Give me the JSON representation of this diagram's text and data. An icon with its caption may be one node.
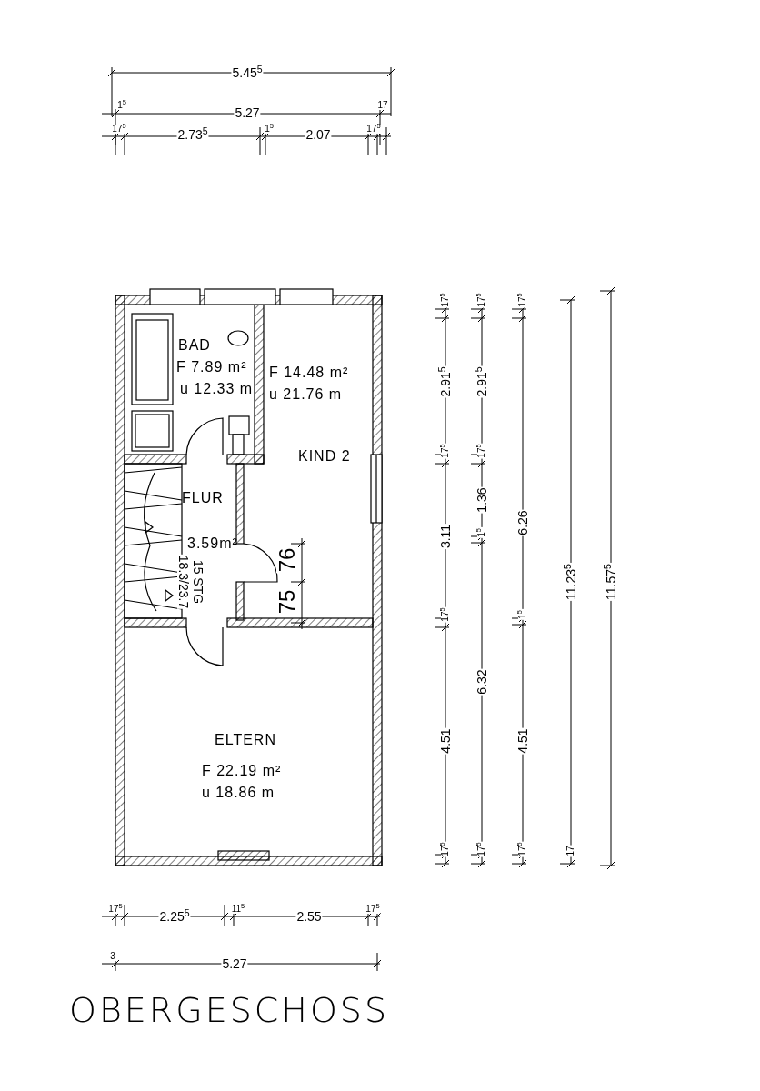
{
  "diagram": {
    "title": "OBERGESCHOSS",
    "nodes": [
      {
        "text": [
          "BAD",
          "F 7.89 m²",
          "u 12.33 m"
        ]
      },
      {
        "text": [
          "F 14.48 m²",
          "u 21.76 m",
          "KIND 2"
        ]
      },
      {
        "text": [
          "FLUR",
          "3.59m²"
        ]
      },
      {
        "text": [
          "ELTERN",
          "F 22.19 m²",
          "u 18.86 m"
        ]
      }
    ],
    "labels": [
      "5.45$^{5}$",
      "1$^{5}$",
      "5.27",
      "17",
      "17$^{5}$",
      "2.73$^{5}$",
      "1$^{5}$",
      "2.07",
      "17$^{5}$",
      "17$^{5}$",
      "2.91$^{5}$",
      "17$^{5}$",
      "3.11",
      "17$^{5}$",
      "4.51",
      "17$^{5}$",
      "17$^{5}$",
      "2.91$^{5}$",
      "17$^{5}$",
      "1.36",
      "1$^{5}$",
      "6.32",
      "17$^{5}$",
      "17$^{5}$",
      "6.26",
      "1$^{5}$",
      "4.51",
      "17$^{5}$",
      "11.23$^{5}$",
      "17",
      "11.57$^{5}$",
      "17$^{5}$",
      "2.25$^{5}$",
      "11$^{5}$",
      "2.55",
      "17$^{5}$",
      "3",
      "5.27",
      "15 STG",
      "18.3/23.7",
      "76",
      "75"
    ]
  }
}
